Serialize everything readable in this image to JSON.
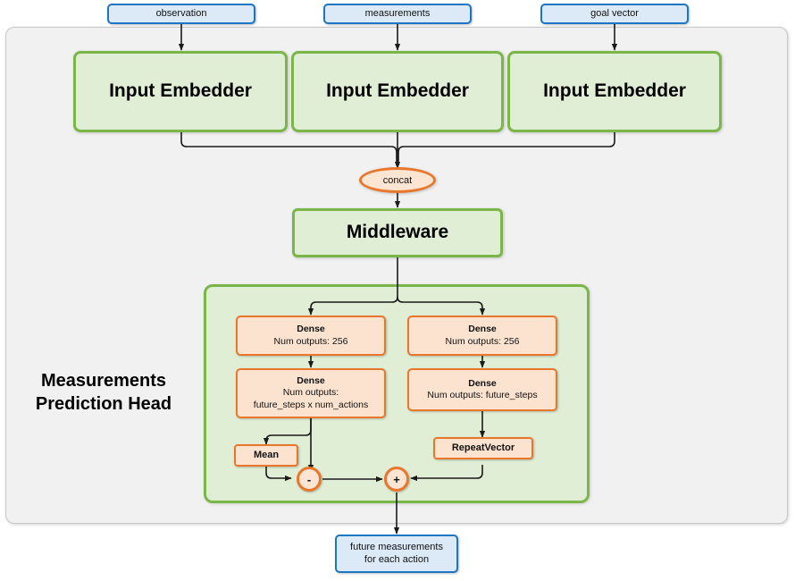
{
  "diagram": {
    "title": "Measurements Prediction Head architecture",
    "colors": {
      "outer_panel_fill": "#f1f1f1",
      "outer_panel_border": "#c8c8c8",
      "green_fill": "#e0eed5",
      "green_border": "#7ab648",
      "blue_fill": "#dce9f7",
      "blue_border": "#1d76c4",
      "orange_fill": "#fbe3d0",
      "orange_border": "#e8772b",
      "wire": "#1a1a1a"
    }
  },
  "inputs": [
    {
      "label": "observation"
    },
    {
      "label": "measurements"
    },
    {
      "label": "goal vector"
    }
  ],
  "embedders": [
    {
      "label": "Input Embedder"
    },
    {
      "label": "Input Embedder"
    },
    {
      "label": "Input Embedder"
    }
  ],
  "concat": {
    "label": "concat"
  },
  "middleware": {
    "label": "Middleware"
  },
  "head": {
    "title_line1": "Measurements",
    "title_line2": "Prediction Head",
    "left_branch": {
      "dense1": {
        "title": "Dense",
        "line1": "Num outputs: 256"
      },
      "dense2": {
        "title": "Dense",
        "line1": "Num outputs:",
        "line2": "future_steps x num_actions"
      },
      "mean": {
        "label": "Mean"
      }
    },
    "right_branch": {
      "dense1": {
        "title": "Dense",
        "line1": "Num outputs: 256"
      },
      "dense2": {
        "title": "Dense",
        "line1": "Num outputs: future_steps"
      },
      "repeat_vector": {
        "label": "RepeatVector"
      }
    },
    "ops": {
      "subtract": {
        "symbol": "-"
      },
      "add": {
        "symbol": "+"
      }
    }
  },
  "output": {
    "line1": "future measurements",
    "line2": "for each action"
  }
}
